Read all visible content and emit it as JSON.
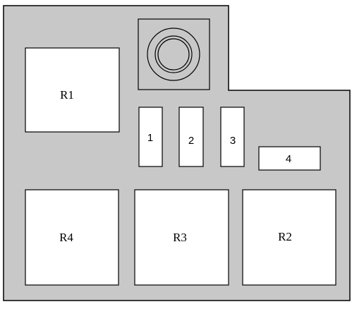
{
  "colors": {
    "panel_fill": "#c8c8c8",
    "outline": "#000000",
    "component_fill": "#ffffff",
    "ground_post_fill": "#c8c8c8"
  },
  "relays": {
    "r1": "R1",
    "r2": "R2",
    "r3": "R3",
    "r4": "R4"
  },
  "fuses": {
    "f1": "1",
    "f2": "2",
    "f3": "3",
    "f4": "4"
  }
}
